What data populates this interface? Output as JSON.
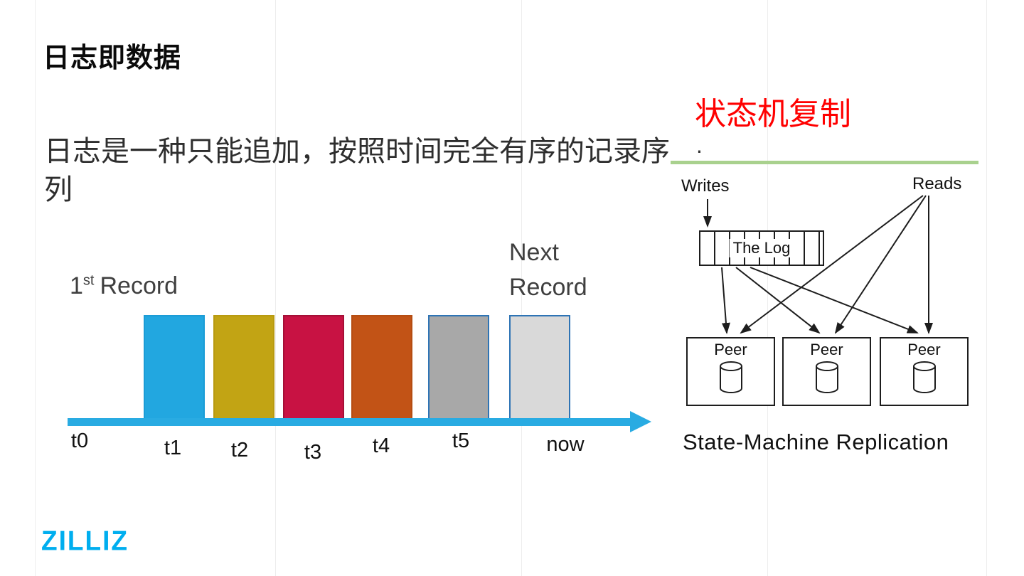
{
  "slide": {
    "title": "日志即数据",
    "body_text": "日志是一种只能追加，按照时间完全有序的记录序列"
  },
  "timeline": {
    "first_record": {
      "num": "1",
      "sup": "st",
      "word": "Record"
    },
    "next_record_line1": "Next",
    "next_record_line2": "Record",
    "axis_color": "#29ABE2",
    "bars": [
      {
        "id": "t1",
        "fill": "#22A7E0",
        "border": "#1B9CD6"
      },
      {
        "id": "t2",
        "fill": "#C2A414",
        "border": "#B89A10"
      },
      {
        "id": "t3",
        "fill": "#C81243",
        "border": "#A50F36"
      },
      {
        "id": "t4",
        "fill": "#C25316",
        "border": "#B54D12"
      },
      {
        "id": "t5",
        "fill": "#A8A8A8",
        "border": "#2E74B5"
      },
      {
        "id": "now",
        "fill": "#D9D9D9",
        "border": "#2E74B5"
      }
    ],
    "ticks": [
      "t0",
      "t1",
      "t2",
      "t3",
      "t4",
      "t5",
      "now"
    ]
  },
  "right_panel": {
    "heading": "状态机复制",
    "heading_color": "#FF0000",
    "dot": ".",
    "divider_color": "#A9D18E",
    "diagram": {
      "writes_label": "Writes",
      "reads_label": "Reads",
      "log_label": "The Log",
      "peer_labels": [
        "Peer",
        "Peer",
        "Peer"
      ],
      "caption": "State-Machine Replication"
    }
  },
  "footer": {
    "logo_text": "ZILLIZ",
    "logo_color": "#00AEEF"
  }
}
